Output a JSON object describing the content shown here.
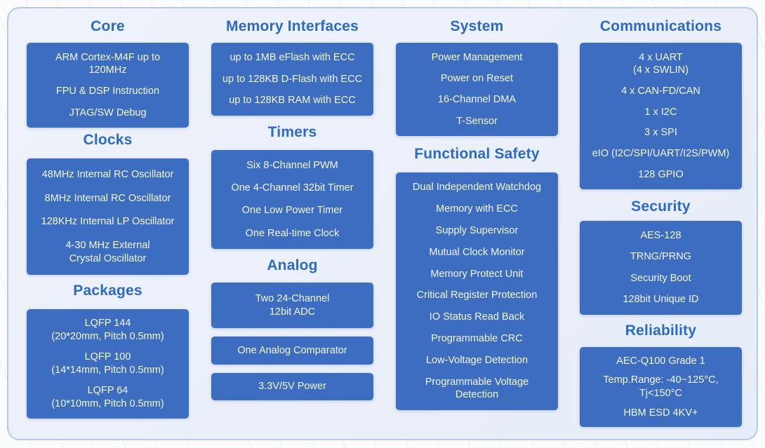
{
  "palette": {
    "box_blue": "#3C6DC0",
    "header_blue": "#2D6AC4",
    "panel_bg": "#E9EEF8",
    "panel_border": "#B6C9EB",
    "item_text": "#F3F6FC"
  },
  "columns": {
    "col1": {
      "core": {
        "title": "Core",
        "items": [
          "ARM Cortex-M4F up to\n120MHz",
          "FPU & DSP Instruction",
          "JTAG/SW Debug"
        ]
      },
      "clocks": {
        "title": "Clocks",
        "items": [
          "48MHz Internal RC Oscillator",
          "8MHz Internal RC Oscillator",
          "128KHz Internal LP Oscillator",
          "4-30 MHz External\nCrystal Oscillator"
        ]
      },
      "packages": {
        "title": "Packages",
        "items": [
          "LQFP 144\n(20*20mm, Pitch 0.5mm)",
          "LQFP 100\n(14*14mm, Pitch 0.5mm)",
          "LQFP 64\n(10*10mm, Pitch 0.5mm)"
        ]
      }
    },
    "col2": {
      "memory": {
        "title": "Memory Interfaces",
        "items": [
          "up to 1MB eFlash with ECC",
          "up to 128KB D-Flash with ECC",
          "up to 128KB RAM with ECC"
        ]
      },
      "timers": {
        "title": "Timers",
        "items": [
          "Six 8-Channel PWM",
          "One 4-Channel 32bit Timer",
          "One Low Power Timer",
          "One Real-time Clock"
        ]
      },
      "analog": {
        "title": "Analog",
        "box_adc": "Two 24-Channel\n12bit ADC",
        "box_comparator": "One Analog Comparator",
        "box_power": "3.3V/5V Power"
      }
    },
    "col3": {
      "system": {
        "title": "System",
        "items": [
          "Power Management",
          "Power on Reset",
          "16-Channel DMA",
          "T-Sensor"
        ]
      },
      "functional_safety": {
        "title": "Functional Safety",
        "items": [
          "Dual Independent Watchdog",
          "Memory with ECC",
          "Supply Supervisor",
          "Mutual Clock Monitor",
          "Memory Protect Unit",
          "Critical Register Protection",
          "IO Status Read Back",
          "Programmable CRC",
          "Low-Voltage Detection",
          "Programmable Voltage\nDetection"
        ]
      }
    },
    "col4": {
      "communications": {
        "title": "Communications",
        "items": [
          "4 x UART\n(4 x SWLIN)",
          "4 x CAN-FD/CAN",
          "1 x I2C",
          "3 x SPI",
          "eIO (I2C/SPI/UART/I2S/PWM)",
          "128 GPIO"
        ]
      },
      "security": {
        "title": "Security",
        "items": [
          "AES-128",
          "TRNG/PRNG",
          "Security Boot",
          "128bit Unique ID"
        ]
      },
      "reliability": {
        "title": "Reliability",
        "items": [
          "AEC-Q100 Grade 1",
          "Temp.Range: -40~125°C,\nTj<150°C",
          "HBM ESD 4KV+"
        ]
      }
    }
  }
}
